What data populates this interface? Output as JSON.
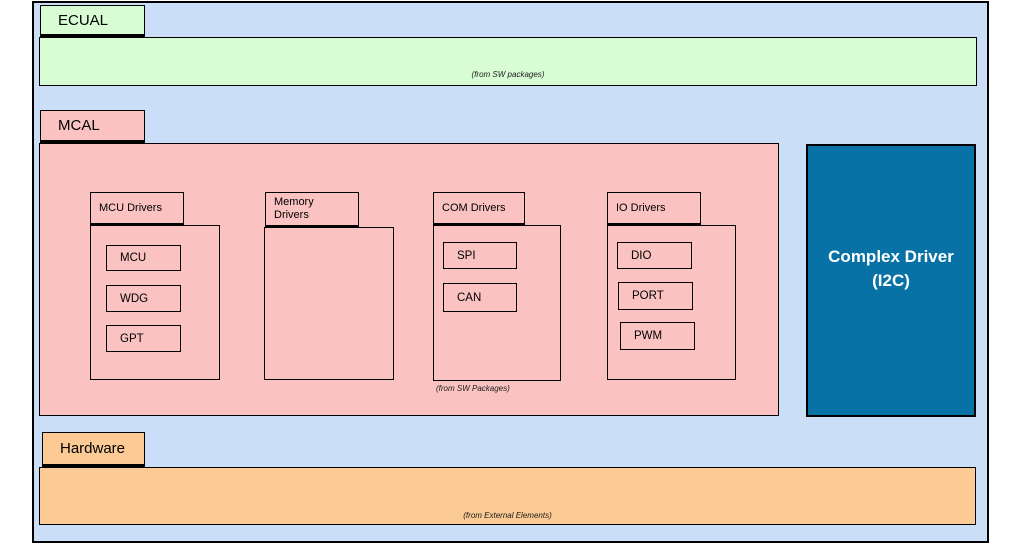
{
  "diagram": {
    "layers": {
      "ecual": {
        "label": "ECUAL",
        "annotation": "(from SW packages)"
      },
      "mcal": {
        "label": "MCAL",
        "annotation": "(from SW Packages)"
      },
      "hardware": {
        "label": "Hardware",
        "annotation": "(from External Elements)"
      }
    },
    "driver_groups": [
      {
        "label": "MCU Drivers",
        "items": [
          "MCU",
          "WDG",
          "GPT"
        ]
      },
      {
        "label": "Memory Drivers",
        "items": []
      },
      {
        "label": "COM Drivers",
        "items": [
          "SPI",
          "CAN"
        ]
      },
      {
        "label": "IO Drivers",
        "items": [
          "DIO",
          "PORT",
          "PWM"
        ]
      }
    ],
    "complex_driver": {
      "line1": "Complex Driver",
      "line2": "(I2C)"
    },
    "colors": {
      "background": "#cadef7",
      "ecual": "#d8fcd4",
      "mcal": "#fbc2c2",
      "hardware": "#fcca94",
      "complex_driver": "#0871a6",
      "border": "#000000"
    }
  }
}
